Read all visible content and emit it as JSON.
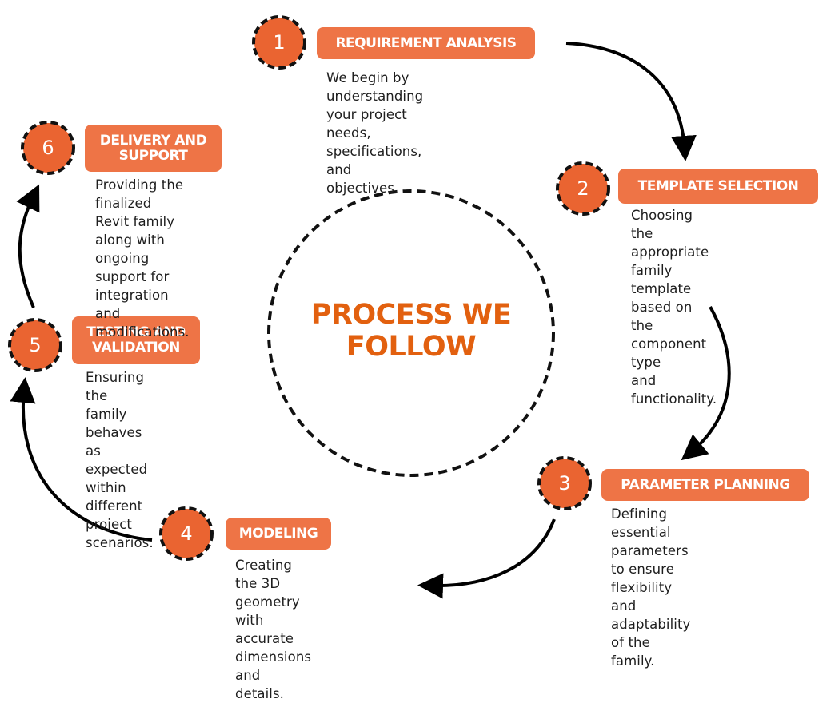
{
  "title": "PROCESS WE FOLLOW",
  "colors": {
    "badge": "#ea6431",
    "label": "#ee7446",
    "title": "#e2600f",
    "text": "#1e1e1e",
    "dash": "#111111"
  },
  "steps": [
    {
      "number": "1",
      "title": "REQUIREMENT ANALYSIS",
      "description": "We begin by understanding\nyour project needs,\nspecifications, and\nobjectives."
    },
    {
      "number": "2",
      "title": "TEMPLATE SELECTION",
      "description": "Choosing the\nappropriate family\ntemplate based on\nthe component type\nand functionality."
    },
    {
      "number": "3",
      "title": "PARAMETER PLANNING",
      "description": "Defining essential\nparameters to ensure\nflexibility and\nadaptability of the\nfamily."
    },
    {
      "number": "4",
      "title": "MODELING",
      "description": "Creating the 3D\ngeometry with\naccurate dimensions\nand details."
    },
    {
      "number": "5",
      "title": "TESTING AND\nVALIDATION",
      "description": "Ensuring the\nfamily behaves as\nexpected within\ndifferent project\nscenarios."
    },
    {
      "number": "6",
      "title": "DELIVERY AND\nSUPPORT",
      "description": "Providing the\nfinalized Revit family\nalong with ongoing\nsupport for\nintegration and\nmodifications."
    }
  ]
}
